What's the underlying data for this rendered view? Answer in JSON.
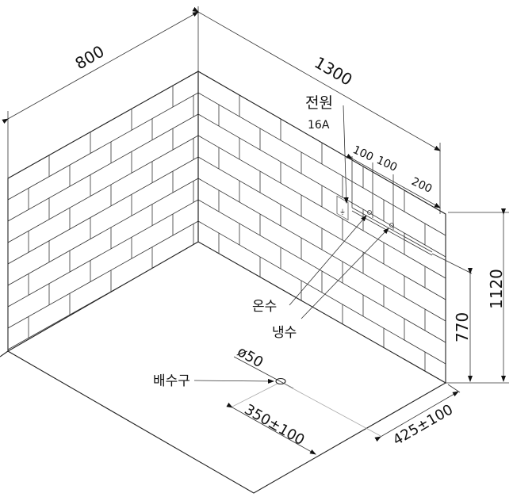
{
  "dimensions": {
    "left_wall_width": "800",
    "right_wall_width": "1300",
    "height_total": "1120",
    "height_inlet": "770",
    "spacing_1": "100",
    "spacing_2": "100",
    "spacing_3": "200",
    "drain_diameter": "ø50",
    "drain_offset_a": "350±100",
    "drain_offset_b": "425±100"
  },
  "labels": {
    "power": "전원",
    "power_rating": "16A",
    "hot_water": "온수",
    "cold_water": "냉수",
    "drain": "배수구"
  },
  "colors": {
    "line": "#222222",
    "background": "#ffffff"
  }
}
